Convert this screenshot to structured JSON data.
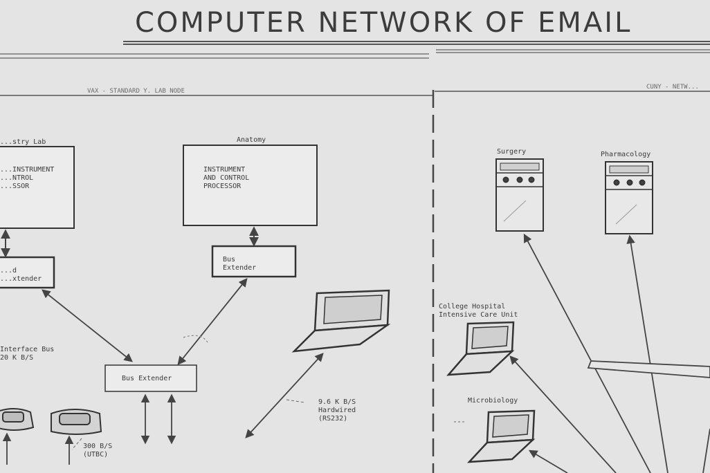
{
  "title": "COMPUTER NETWORK OF EMAIL",
  "left_panel": {
    "header": "VAX - STANDARD Y. LAB NODE",
    "chemistry_lab": {
      "label": "...stry Lab",
      "box_text": "...INSTRUMENT\n...NTROL\n...SSOR"
    },
    "bus_extender_left": "...d\n...xtender",
    "anatomy": {
      "label": "Anatomy",
      "box_text": "INSTRUMENT\nAND CONTROL\nPROCESSOR"
    },
    "bus_extender_upper": "Bus\nExtender",
    "interface_bus": "Interface Bus\n20 K B/S",
    "bus_extender_center": "Bus Extender",
    "hardwired": "9.6 K B/S\nHardwired\n(RS232)",
    "phone_rate": "300 B/S\n(UTBC)"
  },
  "right_panel": {
    "header": "CUNY - NETW...",
    "surgery": "Surgery",
    "pharmacology": "Pharmacology",
    "college_hospital": "College Hospital\nIntensive Care Unit",
    "microbiology": "Microbiology"
  }
}
